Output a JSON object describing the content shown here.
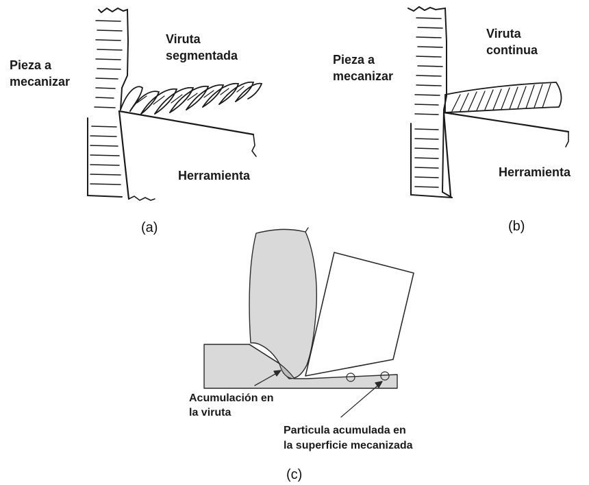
{
  "panel_a": {
    "workpiece_label_1": "Pieza a",
    "workpiece_label_2": "mecanizar",
    "chip_label_1": "Viruta",
    "chip_label_2": "segmentada",
    "tool_label": "Herramienta",
    "caption": "(a)"
  },
  "panel_b": {
    "workpiece_label_1": "Pieza a",
    "workpiece_label_2": "mecanizar",
    "chip_label_1": "Viruta",
    "chip_label_2": "continua",
    "tool_label": "Herramienta",
    "caption": "(b)"
  },
  "panel_c": {
    "buildup_label_1": "Acumulación en",
    "buildup_label_2": "la viruta",
    "particle_label_1": "Particula acumulada en",
    "particle_label_2": "la superficie mecanizada",
    "caption": "(c)"
  },
  "colors": {
    "ink": "#1a1a1a",
    "shading": "#d9d9d9"
  }
}
